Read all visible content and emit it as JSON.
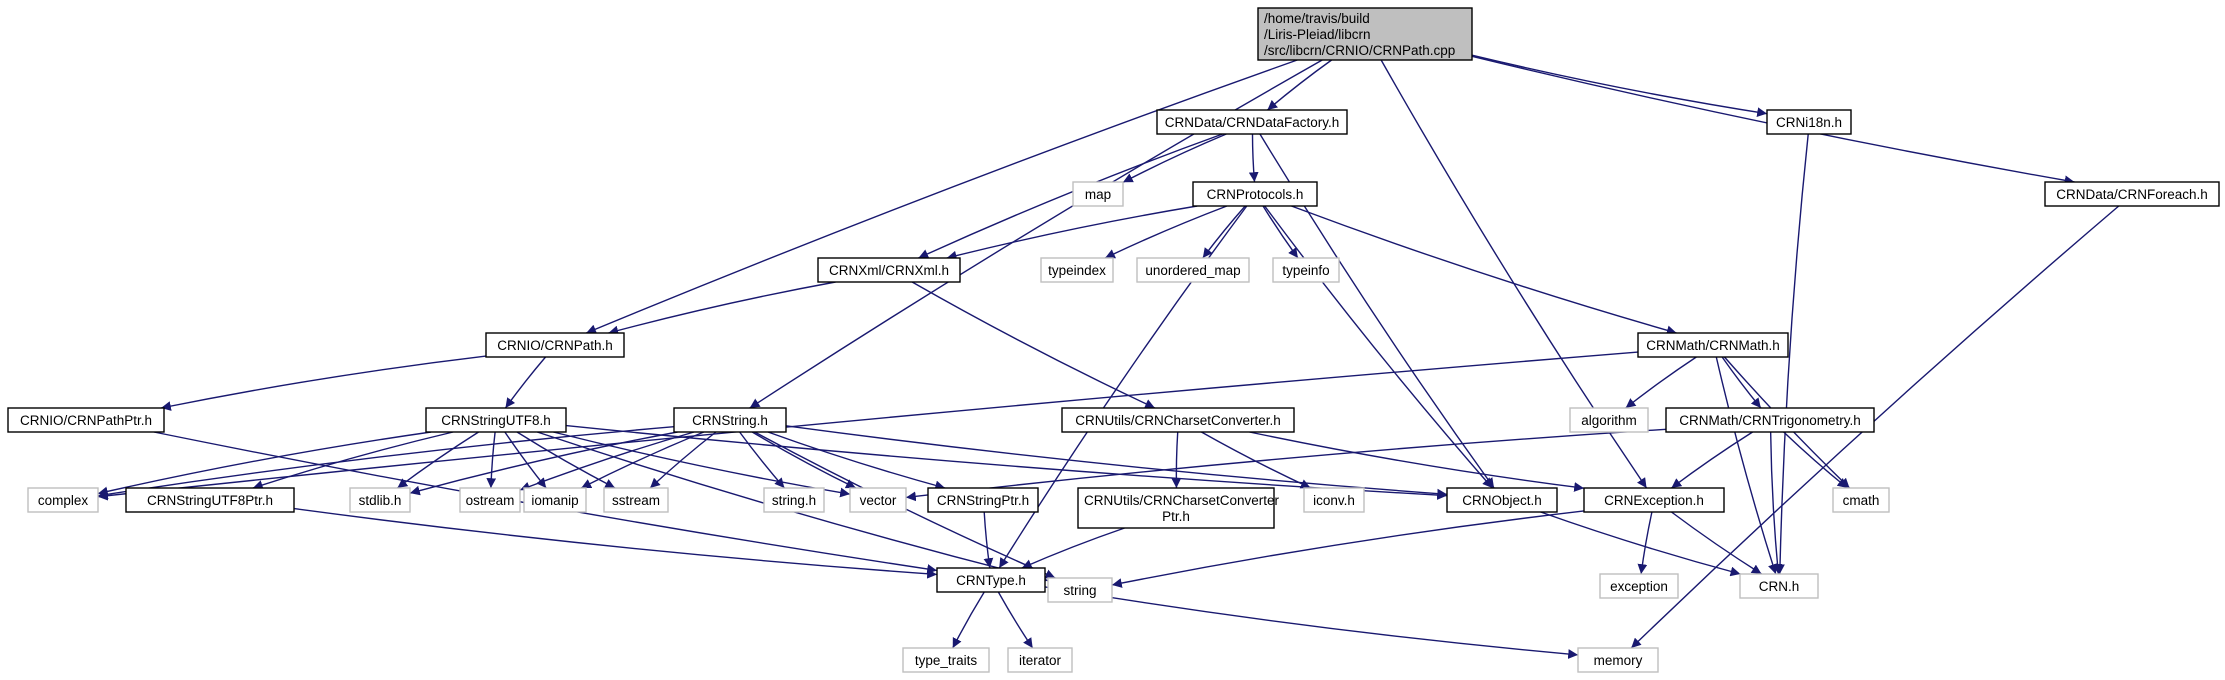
{
  "colors": {
    "edge": "#191970",
    "node_border": "#000000",
    "external_border": "#bfbfbf",
    "root_fill": "#bfbfbf",
    "node_fill": "#ffffff"
  },
  "nodes": [
    {
      "id": "root",
      "label": [
        "/home/travis/build",
        "/Liris-Pleiad/libcrn",
        "/src/libcrn/CRNIO/CRNPath.cpp"
      ],
      "kind": "root"
    },
    {
      "id": "datafactory",
      "label": [
        "CRNData/CRNDataFactory.h"
      ],
      "kind": "internal"
    },
    {
      "id": "i18n",
      "label": [
        "CRNi18n.h"
      ],
      "kind": "internal"
    },
    {
      "id": "foreach",
      "label": [
        "CRNData/CRNForeach.h"
      ],
      "kind": "internal"
    },
    {
      "id": "map",
      "label": [
        "map"
      ],
      "kind": "external"
    },
    {
      "id": "protocols",
      "label": [
        "CRNProtocols.h"
      ],
      "kind": "internal"
    },
    {
      "id": "xml",
      "label": [
        "CRNXml/CRNXml.h"
      ],
      "kind": "internal"
    },
    {
      "id": "typeindex",
      "label": [
        "typeindex"
      ],
      "kind": "external"
    },
    {
      "id": "unordered_map",
      "label": [
        "unordered_map"
      ],
      "kind": "external"
    },
    {
      "id": "typeinfo",
      "label": [
        "typeinfo"
      ],
      "kind": "external"
    },
    {
      "id": "path",
      "label": [
        "CRNIO/CRNPath.h"
      ],
      "kind": "internal"
    },
    {
      "id": "math",
      "label": [
        "CRNMath/CRNMath.h"
      ],
      "kind": "internal"
    },
    {
      "id": "pathptr",
      "label": [
        "CRNIO/CRNPathPtr.h"
      ],
      "kind": "internal"
    },
    {
      "id": "stringutf8",
      "label": [
        "CRNStringUTF8.h"
      ],
      "kind": "internal"
    },
    {
      "id": "string_h",
      "label": [
        "CRNString.h"
      ],
      "kind": "internal"
    },
    {
      "id": "charset",
      "label": [
        "CRNUtils/CRNCharsetConverter.h"
      ],
      "kind": "internal"
    },
    {
      "id": "algorithm",
      "label": [
        "algorithm"
      ],
      "kind": "external"
    },
    {
      "id": "trig",
      "label": [
        "CRNMath/CRNTrigonometry.h"
      ],
      "kind": "internal"
    },
    {
      "id": "complex",
      "label": [
        "complex"
      ],
      "kind": "external"
    },
    {
      "id": "stringutf8ptr",
      "label": [
        "CRNStringUTF8Ptr.h"
      ],
      "kind": "internal"
    },
    {
      "id": "stdlib",
      "label": [
        "stdlib.h"
      ],
      "kind": "external"
    },
    {
      "id": "ostream",
      "label": [
        "ostream"
      ],
      "kind": "external"
    },
    {
      "id": "iomanip",
      "label": [
        "iomanip"
      ],
      "kind": "external"
    },
    {
      "id": "sstream",
      "label": [
        "sstream"
      ],
      "kind": "external"
    },
    {
      "id": "cstring_h",
      "label": [
        "string.h"
      ],
      "kind": "external"
    },
    {
      "id": "vector",
      "label": [
        "vector"
      ],
      "kind": "external"
    },
    {
      "id": "stringptr",
      "label": [
        "CRNStringPtr.h"
      ],
      "kind": "internal"
    },
    {
      "id": "charsetptr",
      "label": [
        "CRNUtils/CRNCharsetConverter",
        "Ptr.h"
      ],
      "kind": "internal"
    },
    {
      "id": "iconv",
      "label": [
        "iconv.h"
      ],
      "kind": "external"
    },
    {
      "id": "object",
      "label": [
        "CRNObject.h"
      ],
      "kind": "internal"
    },
    {
      "id": "exception_h",
      "label": [
        "CRNException.h"
      ],
      "kind": "internal"
    },
    {
      "id": "cmath",
      "label": [
        "cmath"
      ],
      "kind": "external"
    },
    {
      "id": "type",
      "label": [
        "CRNType.h"
      ],
      "kind": "internal"
    },
    {
      "id": "string",
      "label": [
        "string"
      ],
      "kind": "external"
    },
    {
      "id": "exception",
      "label": [
        "exception"
      ],
      "kind": "external"
    },
    {
      "id": "crn",
      "label": [
        "CRN.h"
      ],
      "kind": "external"
    },
    {
      "id": "type_traits",
      "label": [
        "type_traits"
      ],
      "kind": "external"
    },
    {
      "id": "iterator",
      "label": [
        "iterator"
      ],
      "kind": "external"
    },
    {
      "id": "memory",
      "label": [
        "memory"
      ],
      "kind": "external"
    }
  ],
  "edges": [
    [
      "root",
      "datafactory"
    ],
    [
      "root",
      "i18n"
    ],
    [
      "root",
      "foreach"
    ],
    [
      "root",
      "path"
    ],
    [
      "root",
      "string_h"
    ],
    [
      "root",
      "exception_h"
    ],
    [
      "datafactory",
      "map"
    ],
    [
      "datafactory",
      "protocols"
    ],
    [
      "datafactory",
      "xml"
    ],
    [
      "datafactory",
      "object"
    ],
    [
      "i18n",
      "crn"
    ],
    [
      "foreach",
      "memory"
    ],
    [
      "protocols",
      "xml"
    ],
    [
      "protocols",
      "typeindex"
    ],
    [
      "protocols",
      "unordered_map"
    ],
    [
      "protocols",
      "typeinfo"
    ],
    [
      "protocols",
      "math"
    ],
    [
      "protocols",
      "object"
    ],
    [
      "protocols",
      "type"
    ],
    [
      "xml",
      "path"
    ],
    [
      "xml",
      "charset"
    ],
    [
      "path",
      "pathptr"
    ],
    [
      "path",
      "stringutf8"
    ],
    [
      "math",
      "algorithm"
    ],
    [
      "math",
      "trig"
    ],
    [
      "math",
      "cmath"
    ],
    [
      "math",
      "crn"
    ],
    [
      "math",
      "complex"
    ],
    [
      "pathptr",
      "type"
    ],
    [
      "stringutf8",
      "complex"
    ],
    [
      "stringutf8",
      "stringutf8ptr"
    ],
    [
      "stringutf8",
      "stdlib"
    ],
    [
      "stringutf8",
      "ostream"
    ],
    [
      "stringutf8",
      "iomanip"
    ],
    [
      "stringutf8",
      "sstream"
    ],
    [
      "stringutf8",
      "vector"
    ],
    [
      "stringutf8",
      "object"
    ],
    [
      "stringutf8",
      "string"
    ],
    [
      "string_h",
      "complex"
    ],
    [
      "string_h",
      "stdlib"
    ],
    [
      "string_h",
      "ostream"
    ],
    [
      "string_h",
      "iomanip"
    ],
    [
      "string_h",
      "sstream"
    ],
    [
      "string_h",
      "cstring_h"
    ],
    [
      "string_h",
      "vector"
    ],
    [
      "string_h",
      "stringptr"
    ],
    [
      "string_h",
      "object"
    ],
    [
      "string_h",
      "string"
    ],
    [
      "charset",
      "charsetptr"
    ],
    [
      "charset",
      "iconv"
    ],
    [
      "charset",
      "exception_h"
    ],
    [
      "trig",
      "vector"
    ],
    [
      "trig",
      "exception_h"
    ],
    [
      "trig",
      "cmath"
    ],
    [
      "trig",
      "crn"
    ],
    [
      "stringutf8ptr",
      "type"
    ],
    [
      "stringptr",
      "type"
    ],
    [
      "charsetptr",
      "type"
    ],
    [
      "object",
      "crn"
    ],
    [
      "exception_h",
      "string"
    ],
    [
      "exception_h",
      "exception"
    ],
    [
      "exception_h",
      "crn"
    ],
    [
      "type",
      "type_traits"
    ],
    [
      "type",
      "iterator"
    ],
    [
      "type",
      "memory"
    ]
  ]
}
